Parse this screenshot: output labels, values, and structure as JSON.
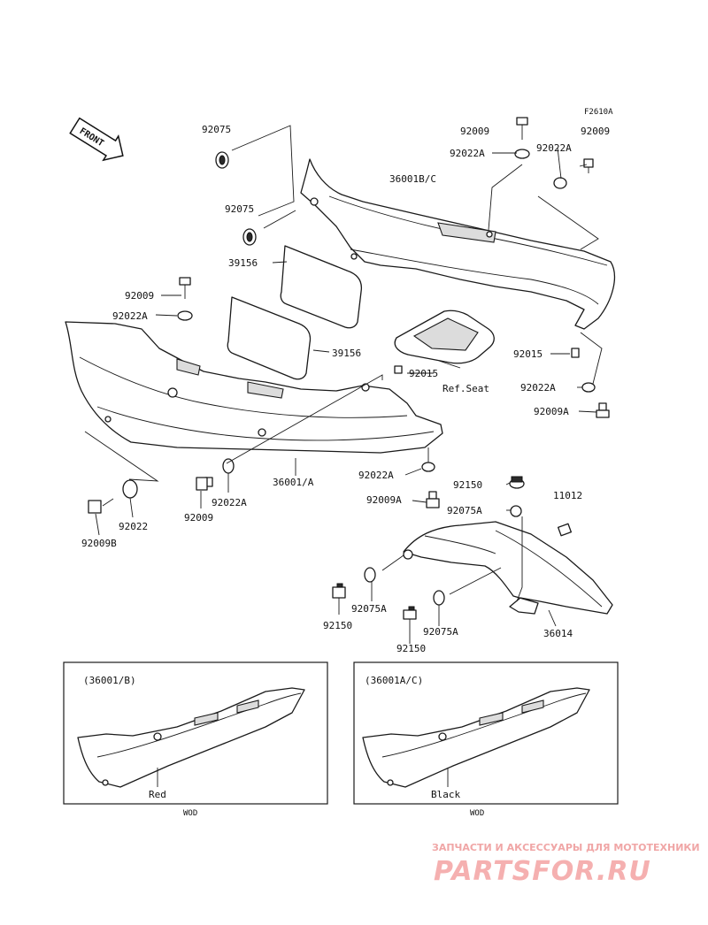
{
  "figure_code": "F2610A",
  "front_marker": "FRONT",
  "labels": {
    "l_92075_a": "92075",
    "l_92075_b": "92075",
    "l_39156_a": "39156",
    "l_39156_b": "39156",
    "l_92009_top": "92009",
    "l_92022A_top": "92022A",
    "l_36001BC": "36001B/C",
    "l_92022A_right": "92022A",
    "l_92009_right": "92009",
    "l_92009_left": "92009",
    "l_92022A_left": "92022A",
    "l_92015_mid": "92015",
    "l_ref_seat": "Ref.Seat",
    "l_92015_right": "92015",
    "l_92022A_r2": "92022A",
    "l_92009A_r": "92009A",
    "l_36001A": "36001/A",
    "l_92022A_m": "92022A",
    "l_92022A_b": "92022A",
    "l_92022": "92022",
    "l_92009_b": "92009",
    "l_92009B": "92009B",
    "l_92009A_m": "92009A",
    "l_92150_a": "92150",
    "l_11012": "11012",
    "l_92075A_a": "92075A",
    "l_92075A_b": "92075A",
    "l_92150_b": "92150",
    "l_92075A_c": "92075A",
    "l_92150_c": "92150",
    "l_36014": "36014"
  },
  "inset_left": {
    "title": "(36001/B)",
    "color": "Red",
    "model": "WOD"
  },
  "inset_right": {
    "title": "(36001A/C)",
    "color": "Black",
    "model": "WOD"
  },
  "watermark": {
    "tagline": "ЗАПЧАСТИ И АКСЕССУАРЫ ДЛЯ МОТОТЕХНИКИ",
    "brand": "PARTSFOR.RU"
  },
  "colors": {
    "line": "#1a1a1a",
    "watermark": "#f5b0b0"
  }
}
